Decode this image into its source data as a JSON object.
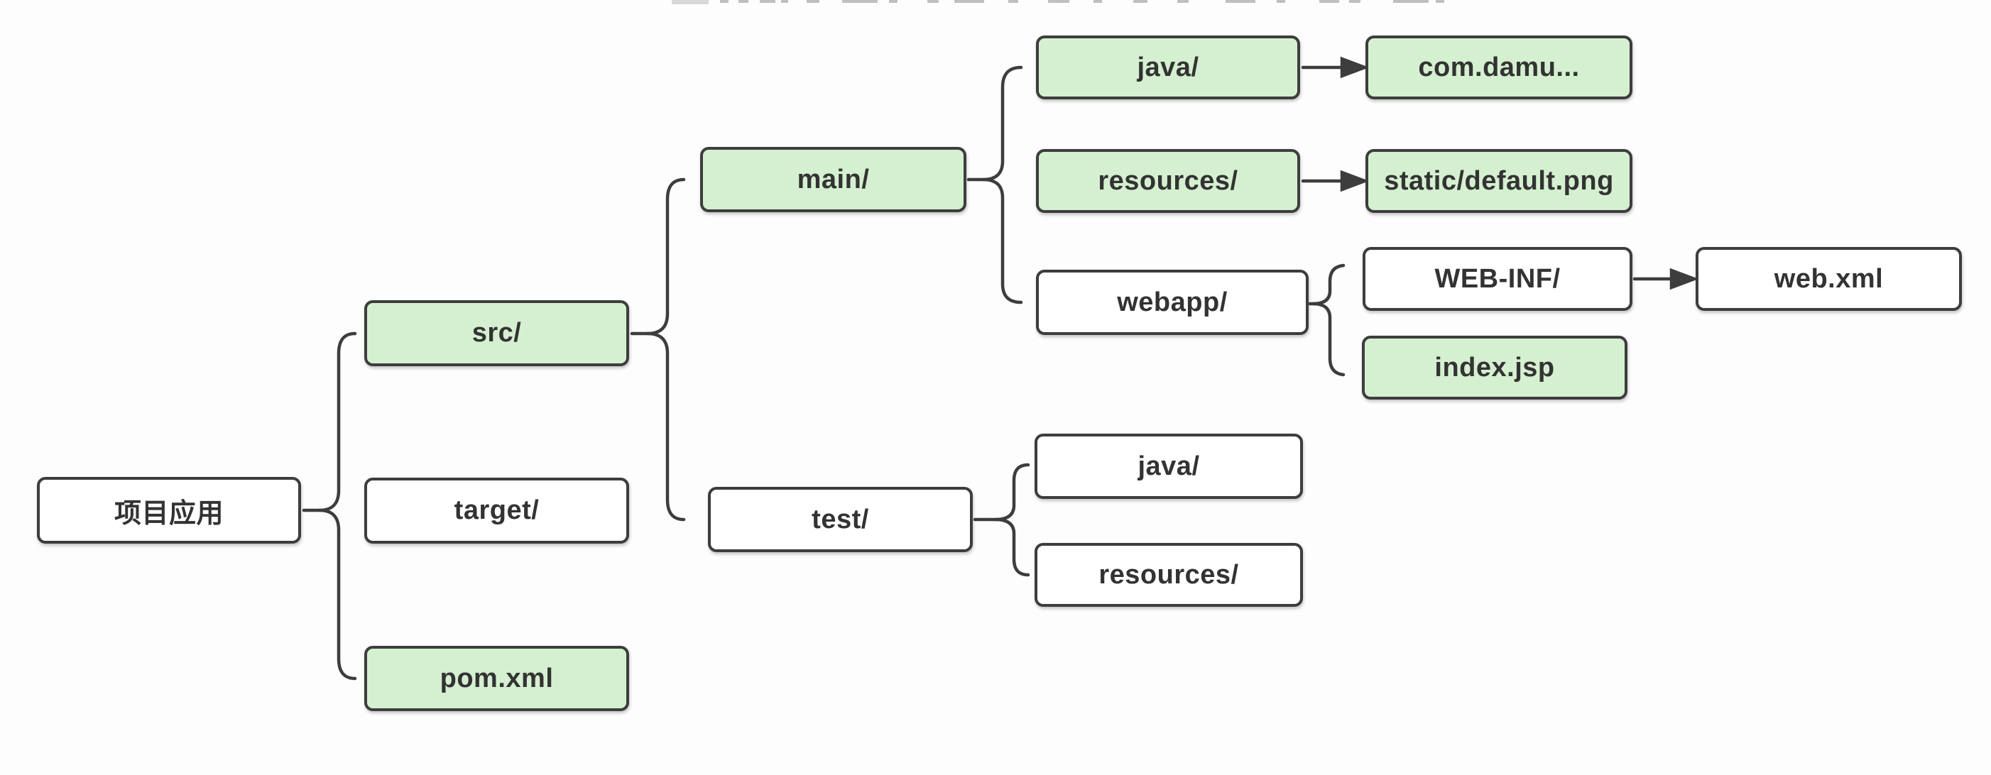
{
  "diagram": {
    "type": "tree",
    "nodes": {
      "project": {
        "label": "项目应用",
        "highlighted": false
      },
      "src": {
        "label": "src/",
        "highlighted": true
      },
      "target": {
        "label": "target/",
        "highlighted": false
      },
      "pom": {
        "label": "pom.xml",
        "highlighted": true
      },
      "main": {
        "label": "main/",
        "highlighted": true
      },
      "test": {
        "label": "test/",
        "highlighted": false
      },
      "main_java": {
        "label": "java/",
        "highlighted": true
      },
      "main_resources": {
        "label": "resources/",
        "highlighted": true
      },
      "webapp": {
        "label": "webapp/",
        "highlighted": false
      },
      "com_damu": {
        "label": "com.damu...",
        "highlighted": true
      },
      "static_default": {
        "label": "static/default.png",
        "highlighted": true
      },
      "web_inf": {
        "label": "WEB-INF/",
        "highlighted": false
      },
      "index_jsp": {
        "label": "index.jsp",
        "highlighted": true
      },
      "web_xml": {
        "label": "web.xml",
        "highlighted": false
      },
      "test_java": {
        "label": "java/",
        "highlighted": false
      },
      "test_resources": {
        "label": "resources/",
        "highlighted": false
      }
    },
    "edges": [
      {
        "from": "project",
        "to": [
          "src",
          "target",
          "pom"
        ],
        "connector": "brace"
      },
      {
        "from": "src",
        "to": [
          "main",
          "test"
        ],
        "connector": "brace"
      },
      {
        "from": "main",
        "to": [
          "main_java",
          "main_resources",
          "webapp"
        ],
        "connector": "brace"
      },
      {
        "from": "test",
        "to": [
          "test_java",
          "test_resources"
        ],
        "connector": "brace"
      },
      {
        "from": "webapp",
        "to": [
          "web_inf",
          "index_jsp"
        ],
        "connector": "brace"
      },
      {
        "from": "main_java",
        "to": [
          "com_damu"
        ],
        "connector": "arrow"
      },
      {
        "from": "main_resources",
        "to": [
          "static_default"
        ],
        "connector": "arrow"
      },
      {
        "from": "web_inf",
        "to": [
          "web_xml"
        ],
        "connector": "arrow"
      }
    ],
    "colors": {
      "highlight_fill": "#d5f0d0",
      "default_fill": "#ffffff",
      "border": "#3d3d3d",
      "text": "#333333",
      "connector": "#3d3d3d",
      "background": "#fdfdfd"
    }
  }
}
